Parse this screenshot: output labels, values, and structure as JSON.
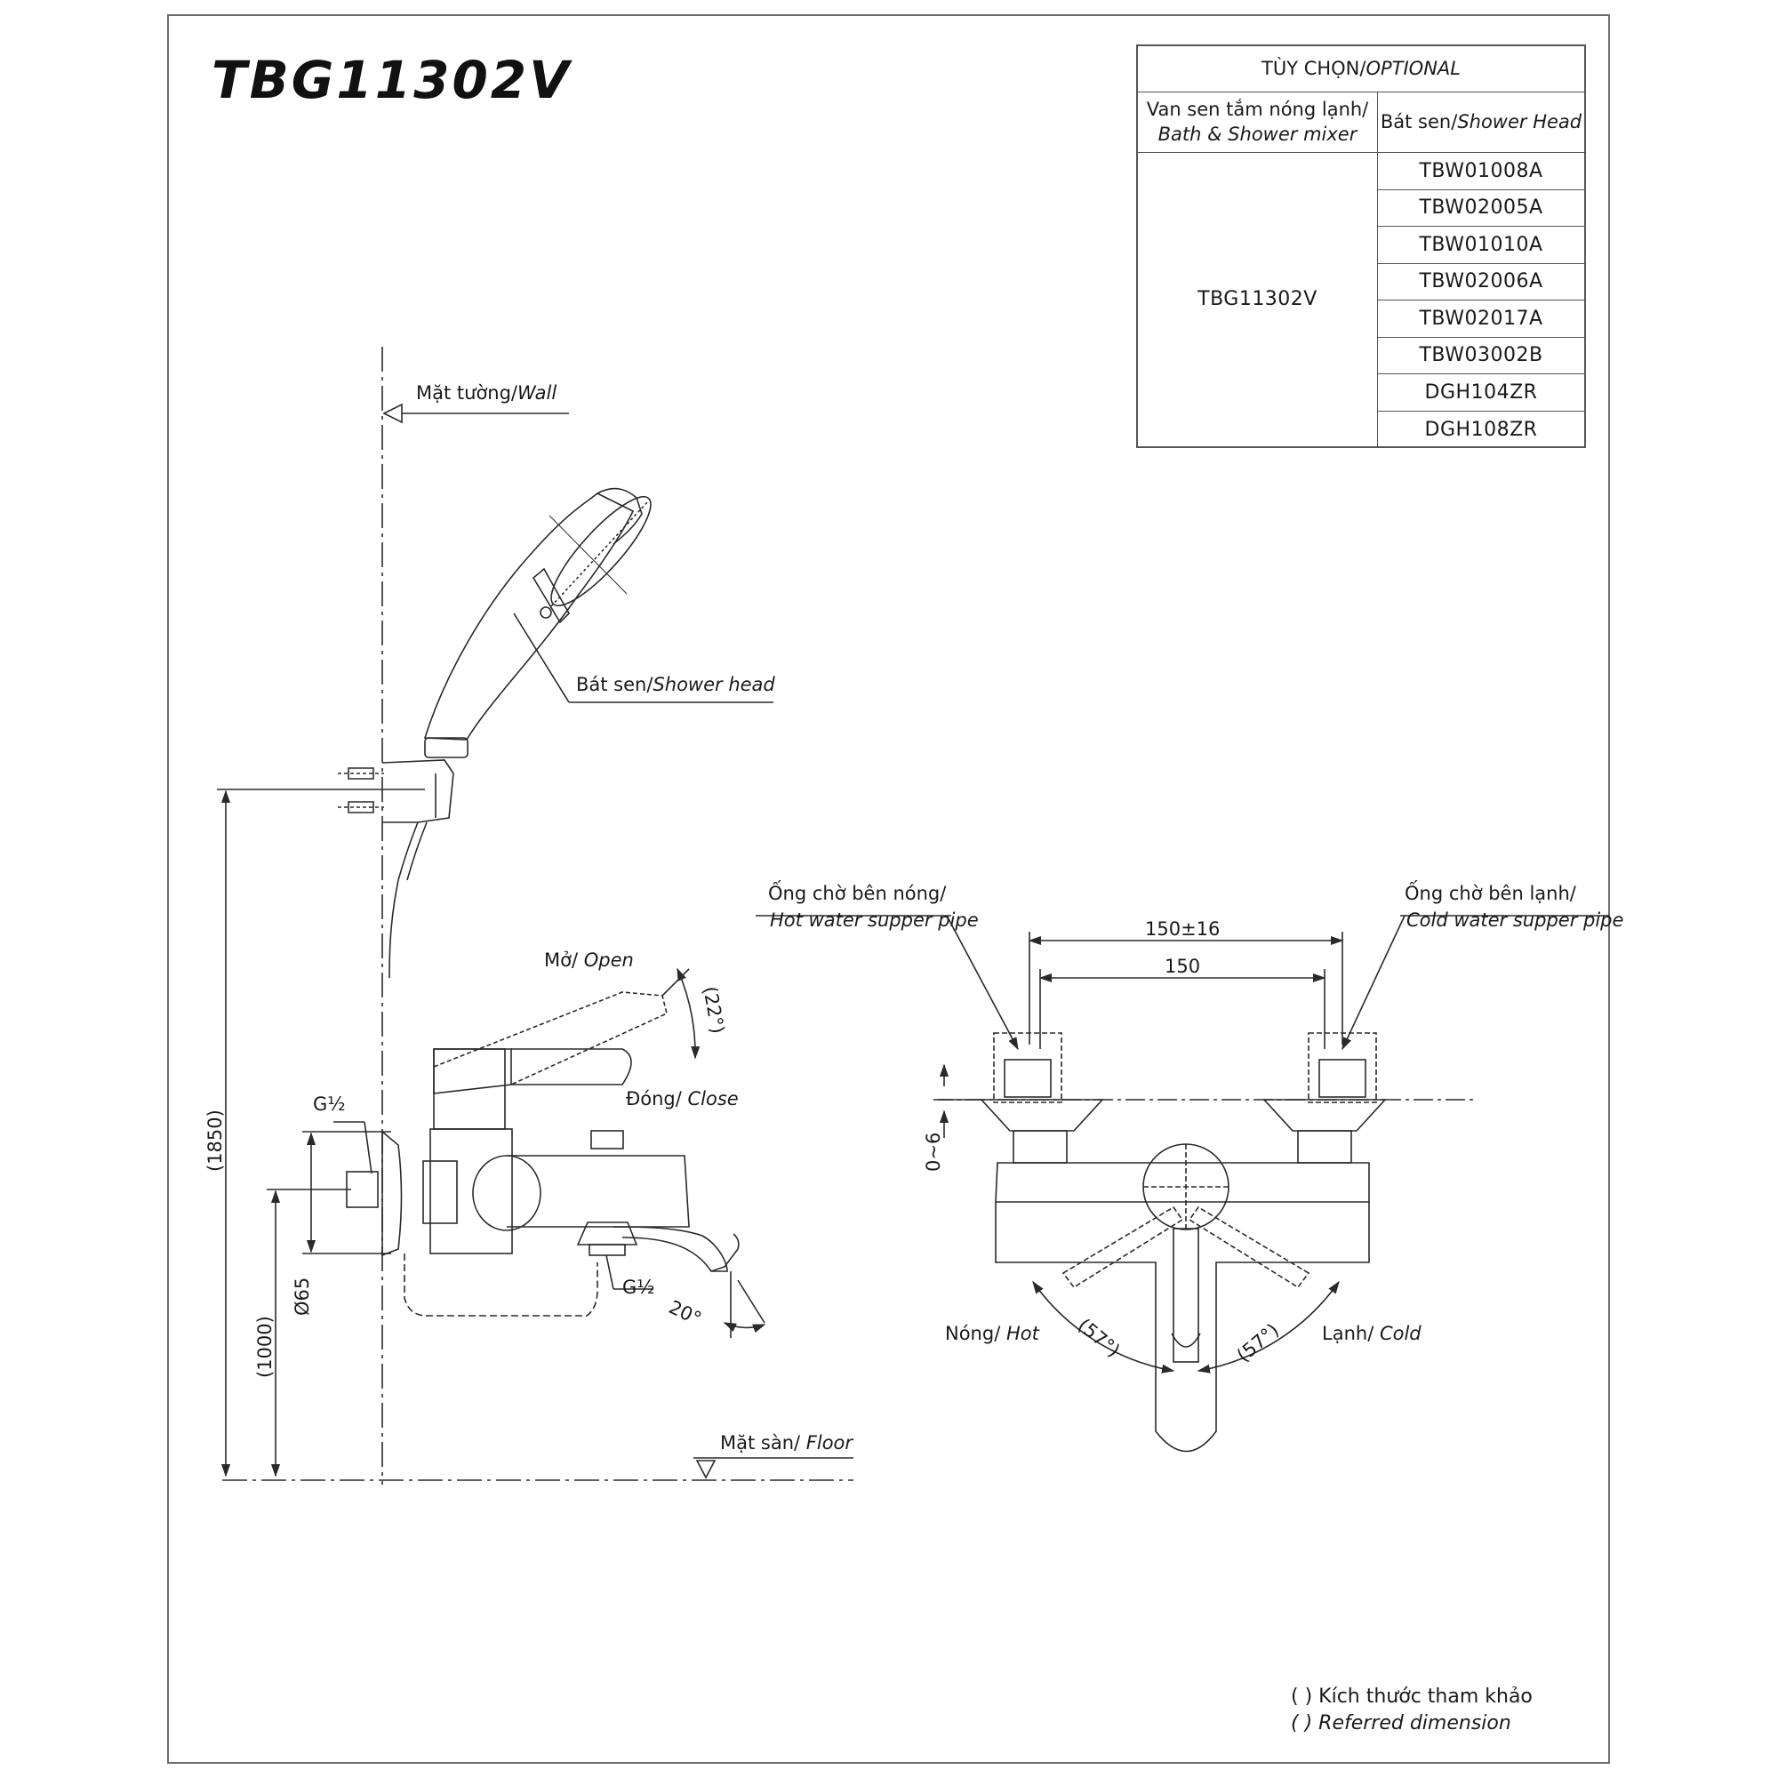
{
  "title": "TBG11302V",
  "options_table": {
    "header": {
      "vi": "TÙY CHỌN/",
      "en": "OPTIONAL"
    },
    "col1": {
      "vi": "Van sen tắm nóng lạnh/",
      "en": "Bath & Shower mixer"
    },
    "col2": {
      "vi": "Bát sen/",
      "en": "Shower Head"
    },
    "mixer_model": "TBG11302V",
    "shower_heads": [
      "TBW01008A",
      "TBW02005A",
      "TBW01010A",
      "TBW02006A",
      "TBW02017A",
      "TBW03002B",
      "DGH104ZR",
      "DGH108ZR"
    ]
  },
  "labels": {
    "wall": {
      "vi": "Mặt tường/",
      "en": "Wall"
    },
    "shower_head": {
      "vi": "Bát sen/",
      "en": "Shower head"
    },
    "open": {
      "vi": "Mở/ ",
      "en": "Open"
    },
    "close": {
      "vi": "Đóng/ ",
      "en": "Close"
    },
    "floor": {
      "vi": "Mặt sàn/ ",
      "en": "Floor"
    },
    "hot_pipe": {
      "vi": "Ống chờ bên nóng/",
      "en": "Hot water supper pipe"
    },
    "cold_pipe": {
      "vi": "Ống chờ bên lạnh/",
      "en": "Cold water supper pipe"
    },
    "hot": {
      "vi": "Nóng/ ",
      "en": "Hot"
    },
    "cold": {
      "vi": "Lạnh/ ",
      "en": "Cold"
    }
  },
  "dimensions": {
    "height_total": "(1850)",
    "height_mixer": "(1000)",
    "diameter": "Ø65",
    "thread_inlet": "G½",
    "thread_outlet": "G½",
    "handle_open_angle": "(22°)",
    "spout_angle": "20°",
    "centers_range": "150±16",
    "centers": "150",
    "offset": "0~6",
    "hot_angle": "(57°)",
    "cold_angle": "(57°)"
  },
  "notes": {
    "line1": "( ) Kích thước tham khảo",
    "line2": "( ) Referred dimension"
  }
}
